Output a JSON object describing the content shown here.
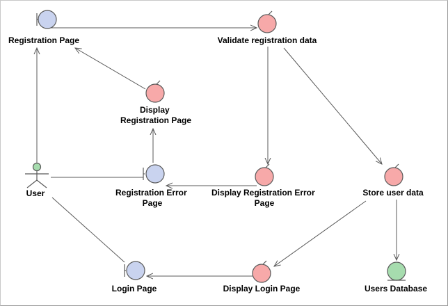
{
  "colors": {
    "boundary_fill": "#c9d3ef",
    "control_fill": "#f7a9a9",
    "entity_fill": "#a6dcae",
    "actor_fill": "#a6dcae",
    "outline": "#595959",
    "edge": "#595959"
  },
  "nodes": {
    "registration_page": {
      "label": [
        "Registration Page"
      ]
    },
    "validate_data": {
      "label": [
        "Validate registration data"
      ]
    },
    "display_registration_page": {
      "label": [
        "Display",
        "Registration Page"
      ]
    },
    "user": {
      "label": [
        "User"
      ]
    },
    "registration_error_page": {
      "label": [
        "Registration Error",
        "Page"
      ]
    },
    "display_registration_error_page": {
      "label": [
        "Display Registration Error",
        "Page"
      ]
    },
    "store_user_data": {
      "label": [
        "Store user data"
      ]
    },
    "login_page": {
      "label": [
        "Login Page"
      ]
    },
    "display_login_page": {
      "label": [
        "Display Login Page"
      ]
    },
    "users_database": {
      "label": [
        "Users Database"
      ]
    }
  }
}
